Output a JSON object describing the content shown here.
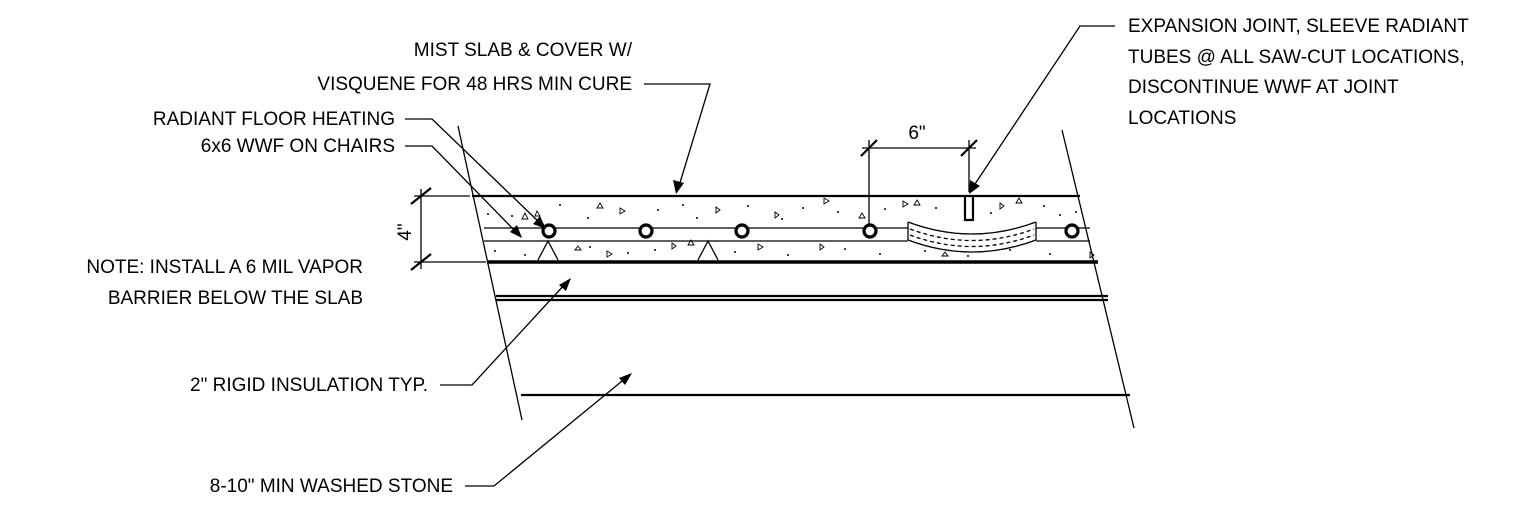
{
  "labels": {
    "mist_slab": [
      "MIST SLAB & COVER W/",
      "VISQUENE FOR 48 HRS MIN CURE"
    ],
    "radiant_heating": "RADIANT FLOOR HEATING",
    "wwf": "6x6 WWF ON CHAIRS",
    "expansion_joint": [
      "EXPANSION JOINT, SLEEVE RADIANT",
      "TUBES @ ALL SAW-CUT LOCATIONS,",
      "DISCONTINUE WWF AT JOINT",
      "LOCATIONS"
    ],
    "note": [
      "NOTE: INSTALL A 6 MIL VAPOR",
      "BARRIER BELOW THE SLAB"
    ],
    "insulation": "2\" RIGID INSULATION TYP.",
    "stone": "8-10\" MIN WASHED STONE"
  },
  "dimensions": {
    "slab_thickness": "4\"",
    "joint_spacing": "6\""
  }
}
